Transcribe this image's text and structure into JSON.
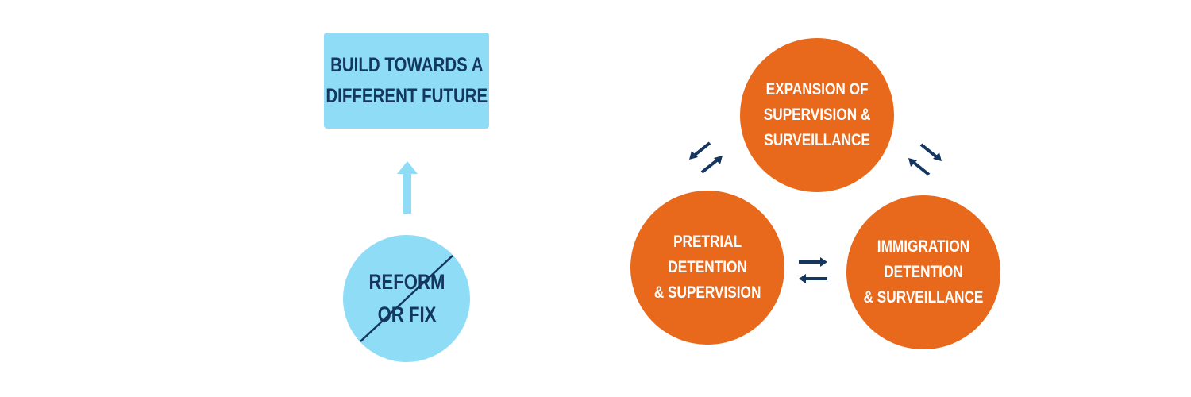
{
  "left": {
    "goal_box": {
      "label_line1": "BUILD TOWARDS A",
      "label_line2": "DIFFERENT FUTURE"
    },
    "reform_circle": {
      "label_line1": "REFORM",
      "label_line2": "OR FIX",
      "crossed_out": true
    }
  },
  "cycle": {
    "top": {
      "line1": "EXPANSION OF",
      "line2": "SUPERVISION &",
      "line3": "SURVEILLANCE"
    },
    "left": {
      "line1": "PRETRIAL",
      "line2": "DETENTION",
      "line3": "& SUPERVISION"
    },
    "right": {
      "line1": "IMMIGRATION",
      "line2": "DETENTION",
      "line3": "& SURVEILLANCE"
    }
  },
  "colors": {
    "light_blue": "#8fdcf7",
    "navy": "#14365f",
    "orange": "#e8691c",
    "white": "#ffffff"
  }
}
